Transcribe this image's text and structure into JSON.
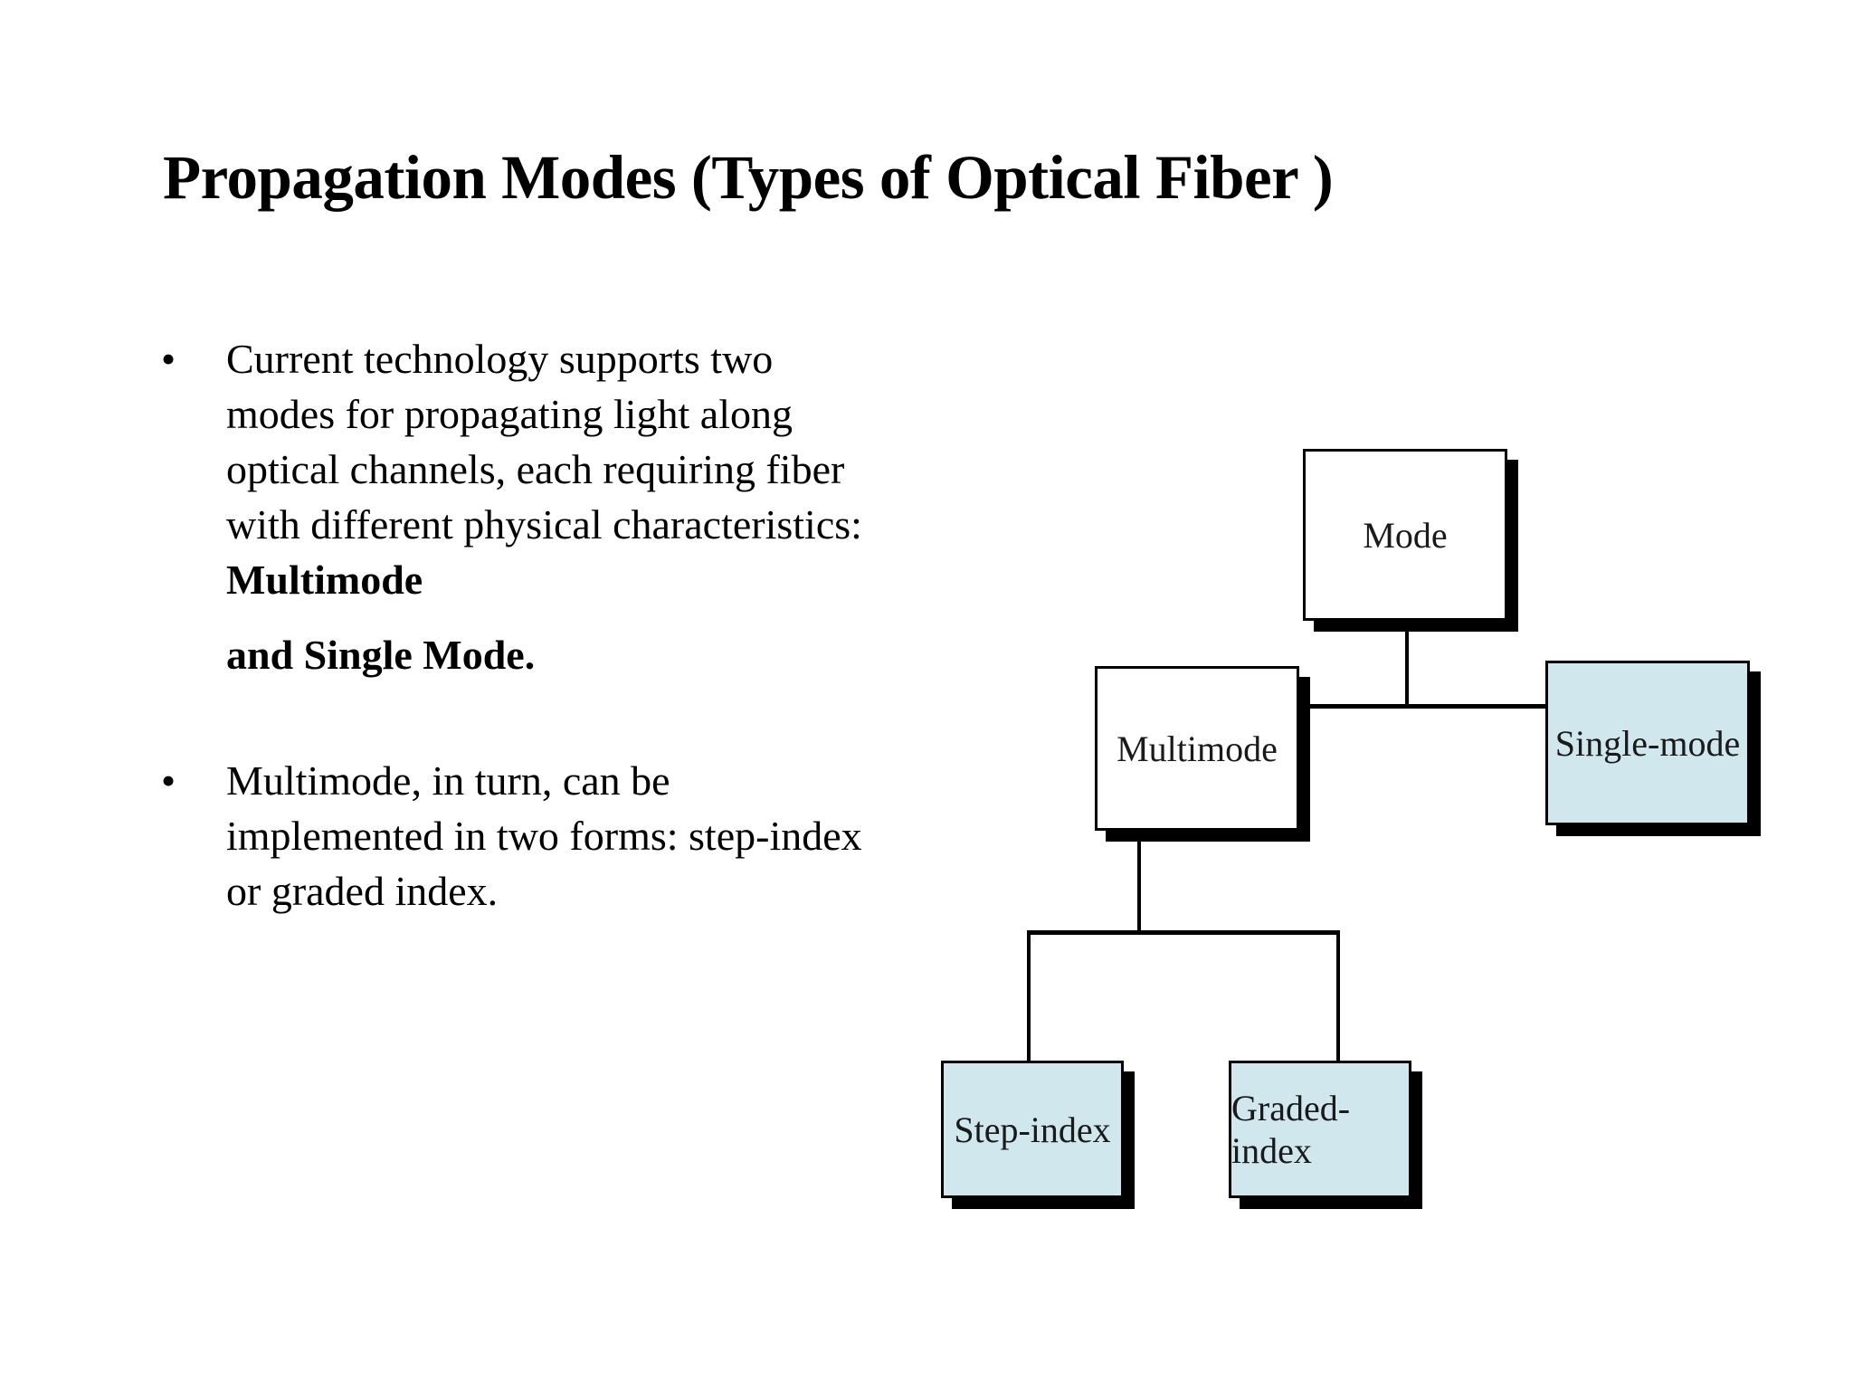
{
  "slide": {
    "title": "Propagation Modes (Types of Optical Fiber )",
    "background_color": "#ffffff"
  },
  "bullets": [
    {
      "marker": "•",
      "text_plain": "Current technology supports two  modes for propagating light along optical channels, each requiring fiber with different physical characteristics: ",
      "text_bold_inline": "Multimode",
      "text_bold_tail": "and  Single Mode."
    },
    {
      "marker": "•",
      "text_plain": "Multimode, in turn, can be implemented in two forms: step-index or graded index."
    }
  ],
  "diagram": {
    "type": "tree",
    "accent_color": "#cfe7ed",
    "border_color": "#000000",
    "nodes": [
      {
        "id": "mode",
        "label": "Mode",
        "fill": "#ffffff",
        "level": 0
      },
      {
        "id": "multimode",
        "label": "Multimode",
        "fill": "#ffffff",
        "level": 1
      },
      {
        "id": "single-mode",
        "label": "Single-mode",
        "fill": "#cfe7ed",
        "level": 1
      },
      {
        "id": "step-index",
        "label": "Step-index",
        "fill": "#cfe7ed",
        "level": 2
      },
      {
        "id": "graded-index",
        "label": "Graded-index",
        "fill": "#cfe7ed",
        "level": 2
      }
    ],
    "edges": [
      {
        "from": "mode",
        "to": "multimode"
      },
      {
        "from": "mode",
        "to": "single-mode"
      },
      {
        "from": "multimode",
        "to": "step-index"
      },
      {
        "from": "multimode",
        "to": "graded-index"
      }
    ]
  }
}
